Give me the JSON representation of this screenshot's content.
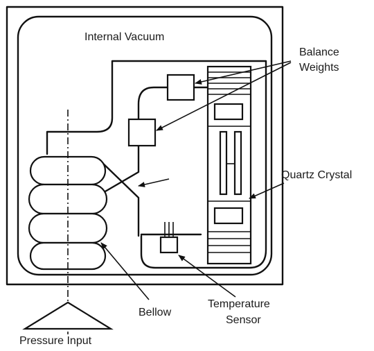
{
  "labels": {
    "internal_vacuum": "Internal Vacuum",
    "balance_weights_line1": "Balance",
    "balance_weights_line2": "Weights",
    "quartz_crystal": "Quartz Crystal",
    "bellow": "Bellow",
    "temperature_sensor_line1": "Temperature",
    "temperature_sensor_line2": "Sensor",
    "pressure_input": "Pressure Input"
  },
  "colors": {
    "ink": "#111111",
    "background": "#ffffff"
  }
}
